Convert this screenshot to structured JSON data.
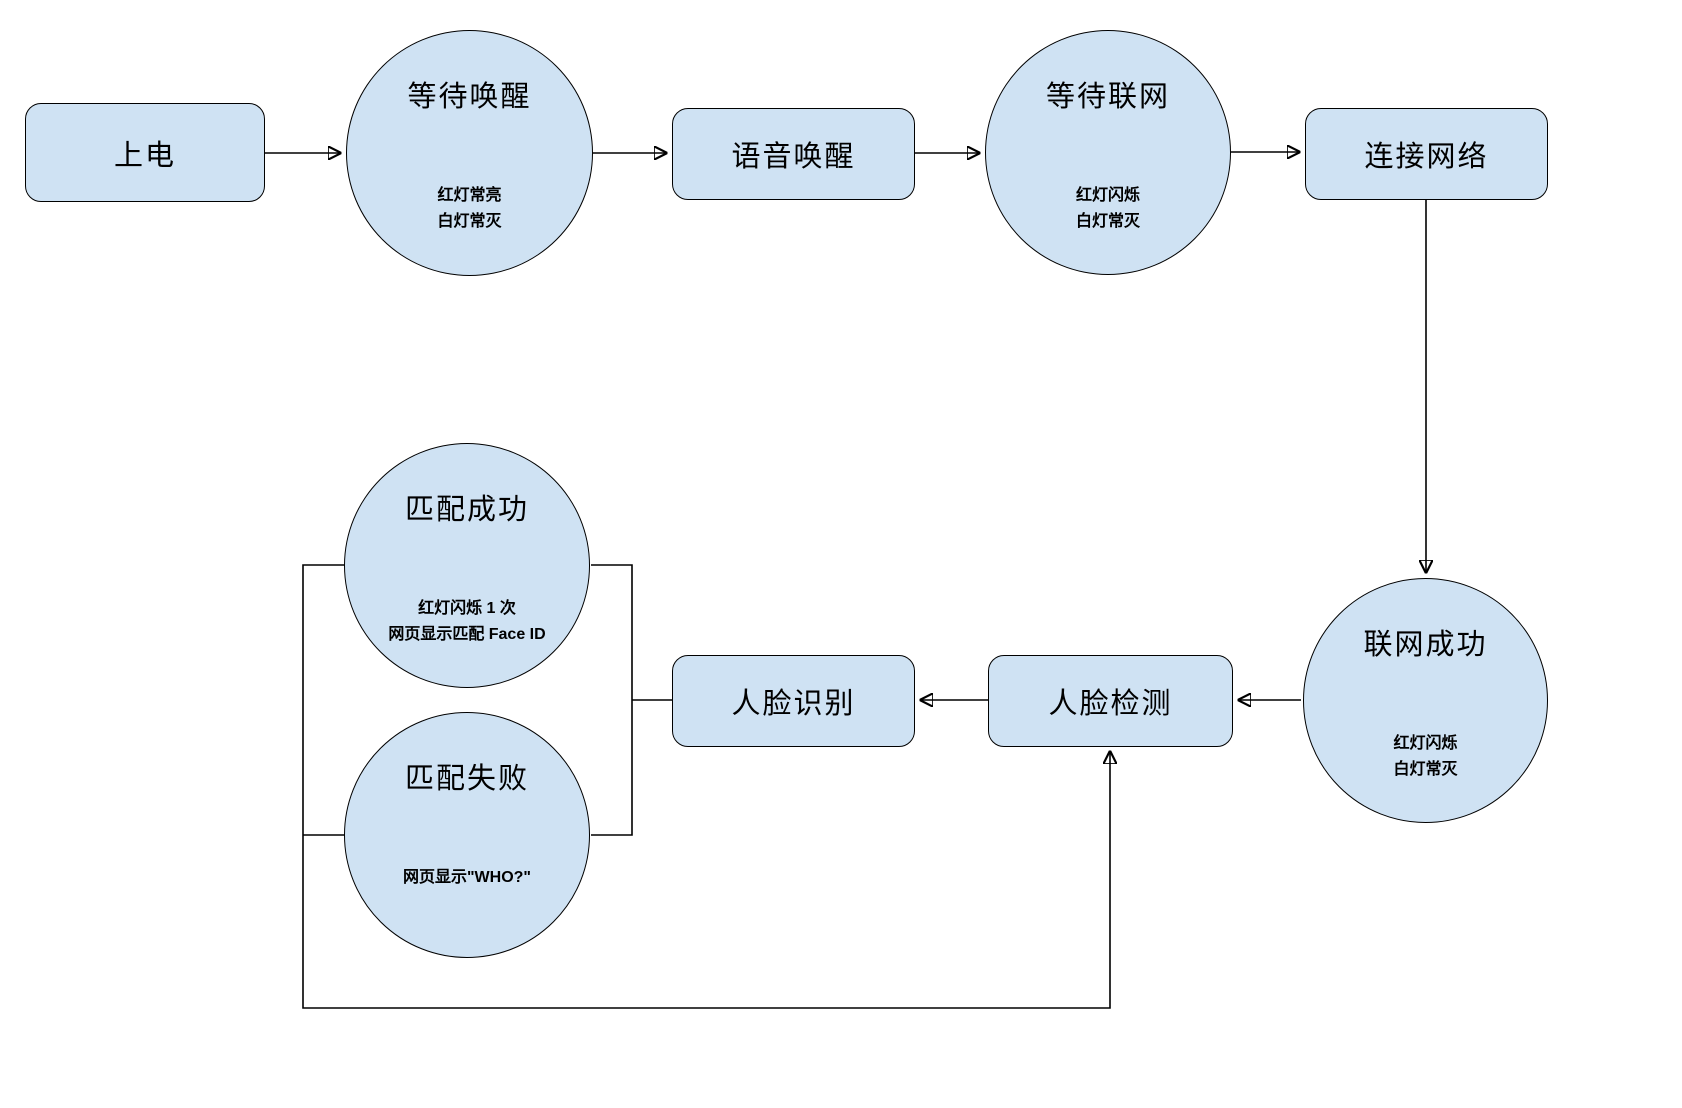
{
  "diagram": {
    "type": "flowchart",
    "colors": {
      "node_fill": "#cfe2f3",
      "node_border": "#000000",
      "connector": "#000000",
      "background": "#ffffff"
    },
    "nodes": {
      "power_on": {
        "label": "上电"
      },
      "wait_wake": {
        "label": "等待唤醒",
        "note": "红灯常亮\n白灯常灭"
      },
      "voice_wake": {
        "label": "语音唤醒"
      },
      "wait_network": {
        "label": "等待联网",
        "note": "红灯闪烁\n白灯常灭"
      },
      "connect_network": {
        "label": "连接网络"
      },
      "network_success": {
        "label": "联网成功",
        "note": "红灯闪烁\n白灯常灭"
      },
      "face_detect": {
        "label": "人脸检测"
      },
      "face_recognize": {
        "label": "人脸识别"
      },
      "match_success": {
        "label": "匹配成功",
        "note": "红灯闪烁 1 次\n网页显示匹配 Face ID"
      },
      "match_fail": {
        "label": "匹配失败",
        "note": "网页显示\"WHO?\""
      }
    },
    "edges": [
      {
        "from": "上电",
        "to": "等待唤醒"
      },
      {
        "from": "等待唤醒",
        "to": "语音唤醒"
      },
      {
        "from": "语音唤醒",
        "to": "等待联网"
      },
      {
        "from": "等待联网",
        "to": "连接网络"
      },
      {
        "from": "连接网络",
        "to": "联网成功"
      },
      {
        "from": "联网成功",
        "to": "人脸检测"
      },
      {
        "from": "人脸检测",
        "to": "人脸识别"
      },
      {
        "from": "人脸识别",
        "to": "匹配成功"
      },
      {
        "from": "人脸识别",
        "to": "匹配失败"
      },
      {
        "from": "匹配成功",
        "to": "人脸检测"
      },
      {
        "from": "匹配失败",
        "to": "人脸检测"
      }
    ]
  }
}
